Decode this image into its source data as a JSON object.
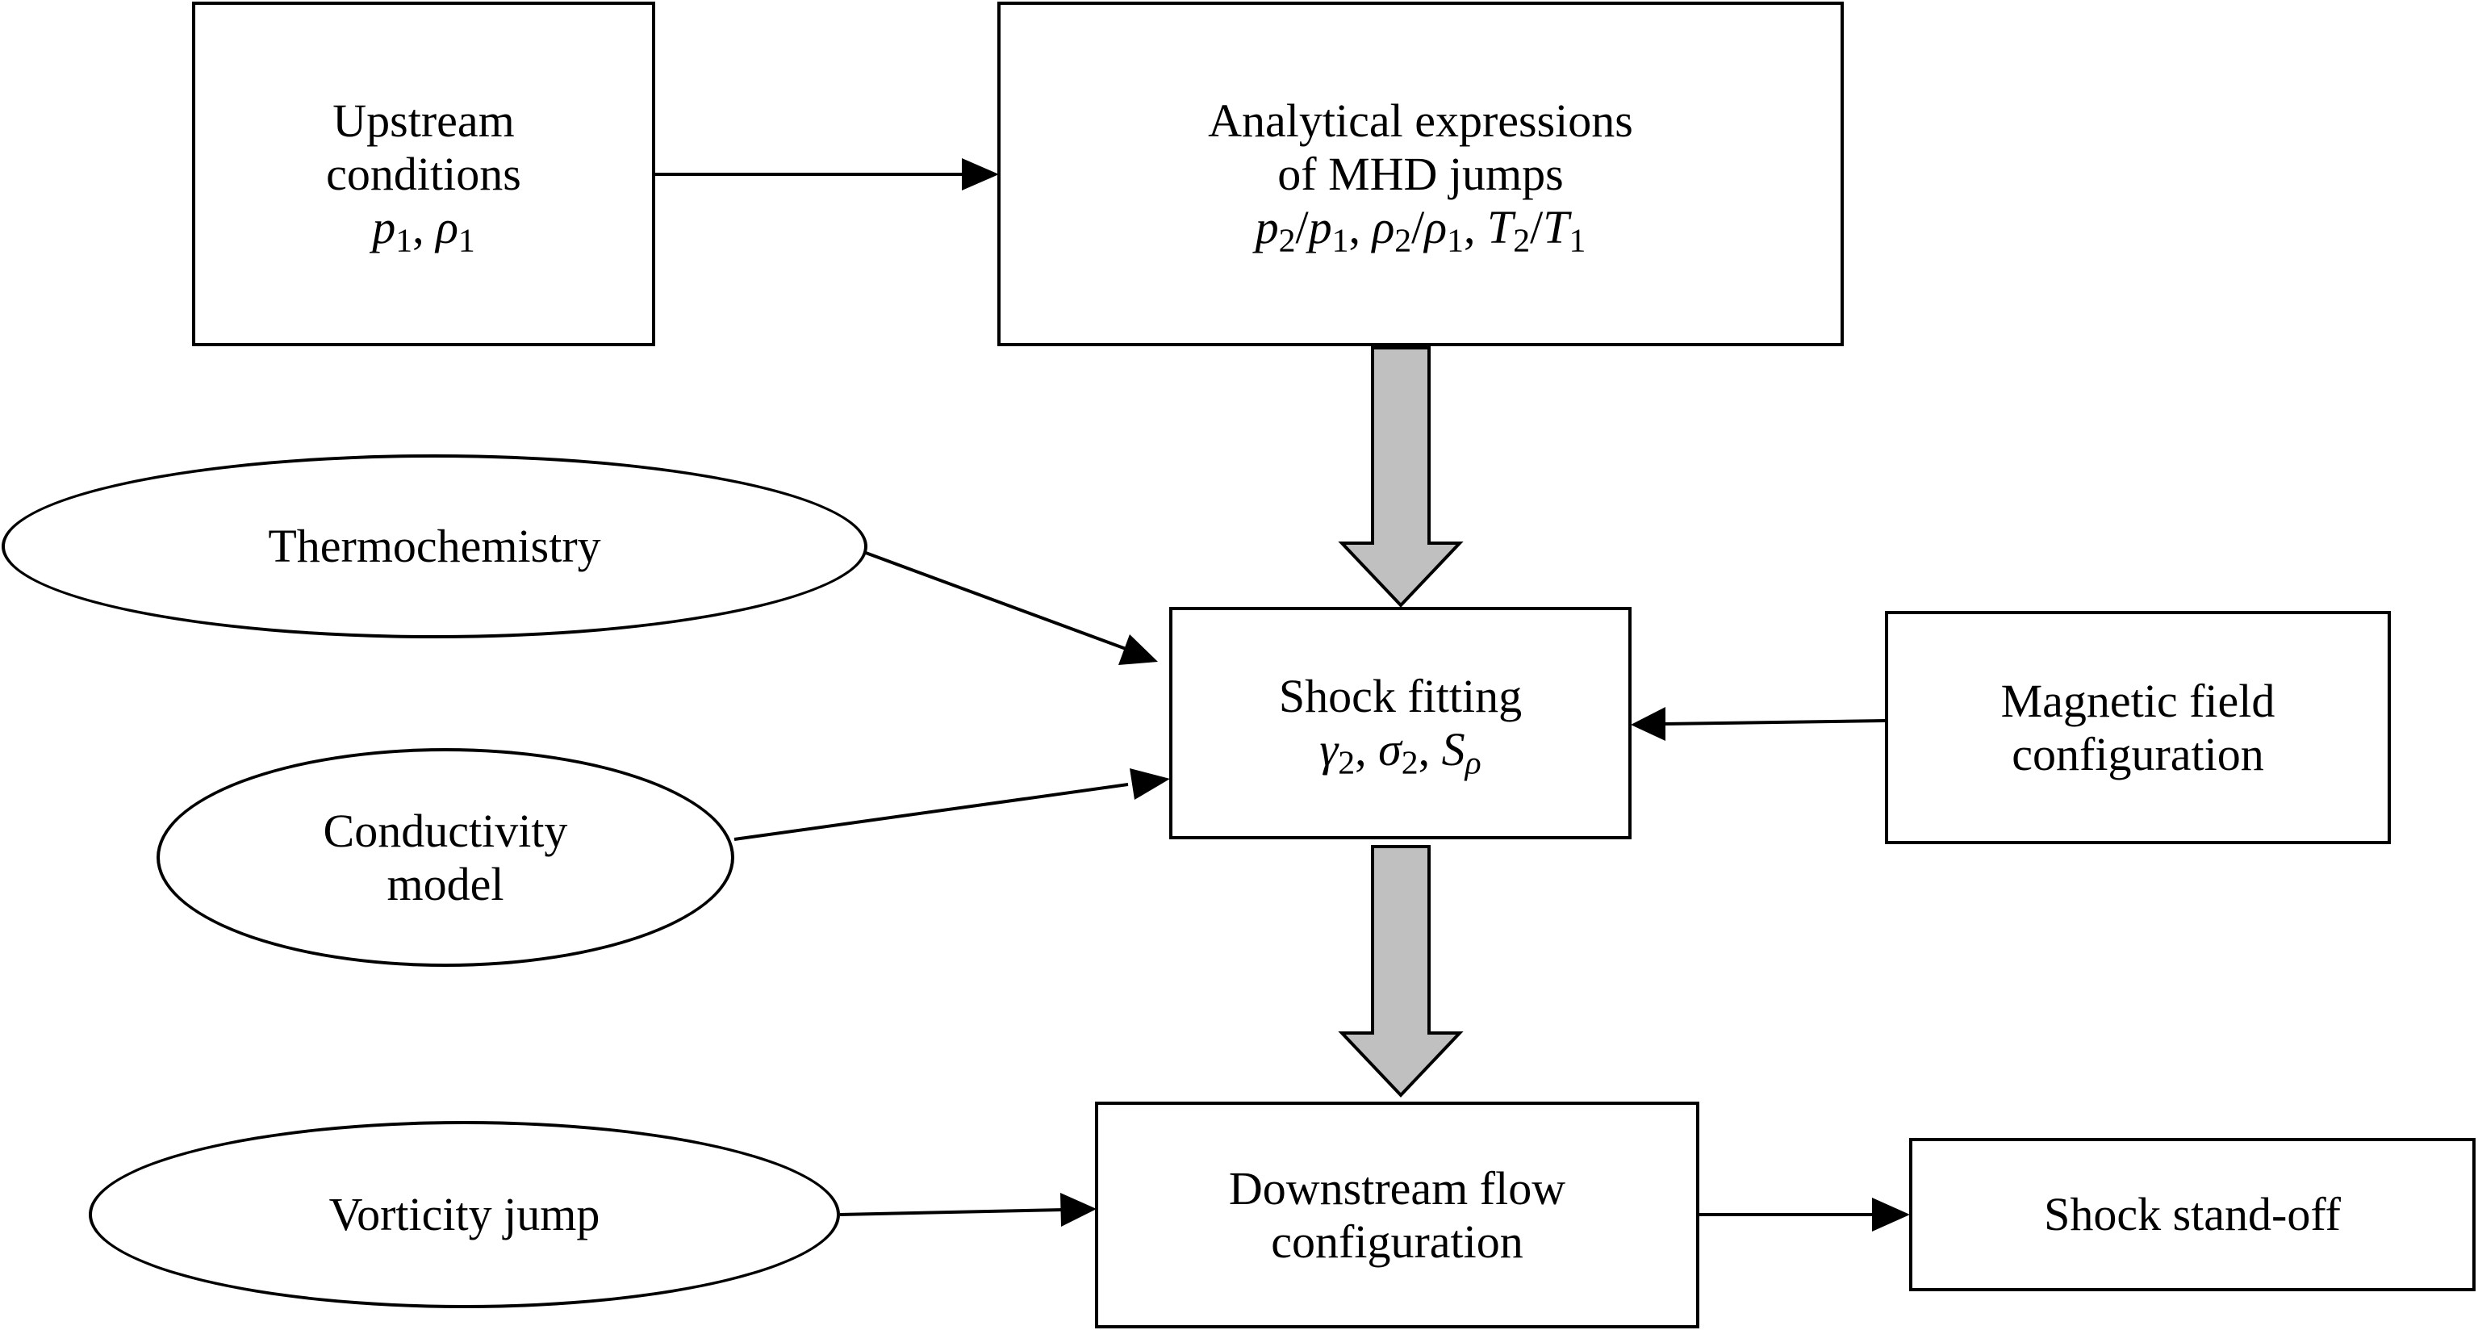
{
  "nodes": {
    "upstream": {
      "lines": [
        "Upstream",
        "conditions"
      ],
      "vars": [
        "p",
        "1",
        ", ",
        "ρ",
        "1"
      ]
    },
    "analytical": {
      "lines": [
        "Analytical expressions",
        "of MHD jumps"
      ],
      "vars": [
        "p",
        "2",
        "/",
        "p",
        "1",
        ", ",
        "ρ",
        "2",
        "/",
        "ρ",
        "1",
        ", ",
        "T",
        "2",
        "/",
        "T",
        "1"
      ]
    },
    "thermochemistry": {
      "lines": [
        "Thermochemistry"
      ]
    },
    "conductivity": {
      "lines": [
        "Conductivity",
        "model"
      ]
    },
    "shock_fitting": {
      "lines": [
        "Shock fitting"
      ],
      "vars": [
        "γ",
        "2",
        ", ",
        "σ",
        "2",
        ", ",
        "S",
        "ρ"
      ]
    },
    "magnetic": {
      "lines": [
        "Magnetic field",
        "configuration"
      ]
    },
    "vorticity": {
      "lines": [
        "Vorticity jump"
      ]
    },
    "downstream": {
      "lines": [
        "Downstream flow",
        "configuration"
      ]
    },
    "standoff": {
      "lines": [
        "Shock stand-off"
      ]
    }
  },
  "colors": {
    "stroke": "#000000",
    "block_arrow_fill": "#c0c0c0",
    "background": "#ffffff"
  }
}
